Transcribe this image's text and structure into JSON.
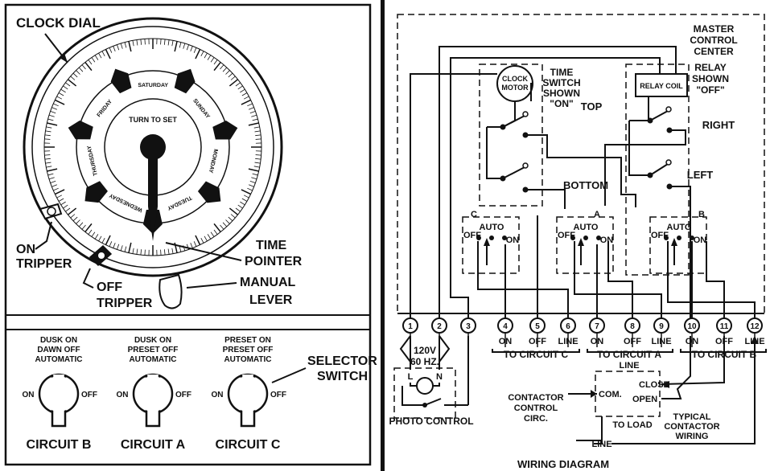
{
  "left_panel": {
    "clock_dial_label": "CLOCK DIAL",
    "turn_to_set": "TURN TO SET",
    "days": [
      "SUNDAY",
      "MONDAY",
      "TUESDAY",
      "WEDNESDAY",
      "THURSDAY",
      "FRIDAY",
      "SATURDAY"
    ],
    "on_tripper": [
      "ON",
      "TRIPPER"
    ],
    "off_tripper": [
      "OFF",
      "TRIPPER"
    ],
    "time_pointer": [
      "TIME",
      "POINTER"
    ],
    "manual_lever": [
      "MANUAL",
      "LEVER"
    ],
    "selector_switch": [
      "SELECTOR",
      "SWITCH"
    ],
    "switches": [
      {
        "mode": [
          "DUSK ON",
          "DAWN OFF",
          "AUTOMATIC"
        ],
        "on": "ON",
        "off": "OFF",
        "circuit": "CIRCUIT B"
      },
      {
        "mode": [
          "DUSK ON",
          "PRESET OFF",
          "AUTOMATIC"
        ],
        "on": "ON",
        "off": "OFF",
        "circuit": "CIRCUIT A"
      },
      {
        "mode": [
          "PRESET ON",
          "PRESET OFF",
          "AUTOMATIC"
        ],
        "on": "ON",
        "off": "OFF",
        "circuit": "CIRCUIT C"
      }
    ]
  },
  "wiring": {
    "master_control": [
      "MASTER",
      "CONTROL",
      "CENTER"
    ],
    "relay_shown": [
      "RELAY",
      "SHOWN",
      "\"OFF\""
    ],
    "relay_coil": "RELAY COIL",
    "clock_motor": [
      "CLOCK",
      "MOTOR"
    ],
    "time_switch": [
      "TIME",
      "SWITCH",
      "SHOWN",
      "\"ON\""
    ],
    "top": "TOP",
    "bottom": "BOTTOM",
    "right": "RIGHT",
    "left": "LEFT",
    "selectors": [
      {
        "name": "C",
        "auto": "AUTO",
        "off": "OFF",
        "on": "ON"
      },
      {
        "name": "A",
        "auto": "AUTO",
        "off": "OFF",
        "on": "ON"
      },
      {
        "name": "B",
        "auto": "AUTO",
        "off": "OFF",
        "on": "ON"
      }
    ],
    "terminals": [
      "1",
      "2",
      "3",
      "4",
      "5",
      "6",
      "7",
      "8",
      "9",
      "10",
      "11",
      "12"
    ],
    "terminal_labels": [
      "ON",
      "OFF",
      "LINE",
      "ON",
      "OFF",
      "LINE",
      "ON",
      "OFF",
      "LINE"
    ],
    "to_circuit_c": "TO CIRCUIT C",
    "to_circuit_a": "TO CIRCUIT A",
    "to_circuit_b": "TO CIRCUIT B",
    "supply": [
      "120V",
      "60 HZ."
    ],
    "supply_l": "L",
    "supply_n": "N",
    "photo_control": "PHOTO CONTROL",
    "contactor_control": [
      "CONTACTOR",
      "CONTROL",
      "CIRC."
    ],
    "com": "COM.",
    "close": "CLOSE",
    "open": "OPEN",
    "line_top": "LINE",
    "to_load": "TO LOAD",
    "line_bottom": "LINE",
    "typical": [
      "TYPICAL",
      "CONTACTOR",
      "WIRING"
    ],
    "title": "WIRING DIAGRAM"
  }
}
